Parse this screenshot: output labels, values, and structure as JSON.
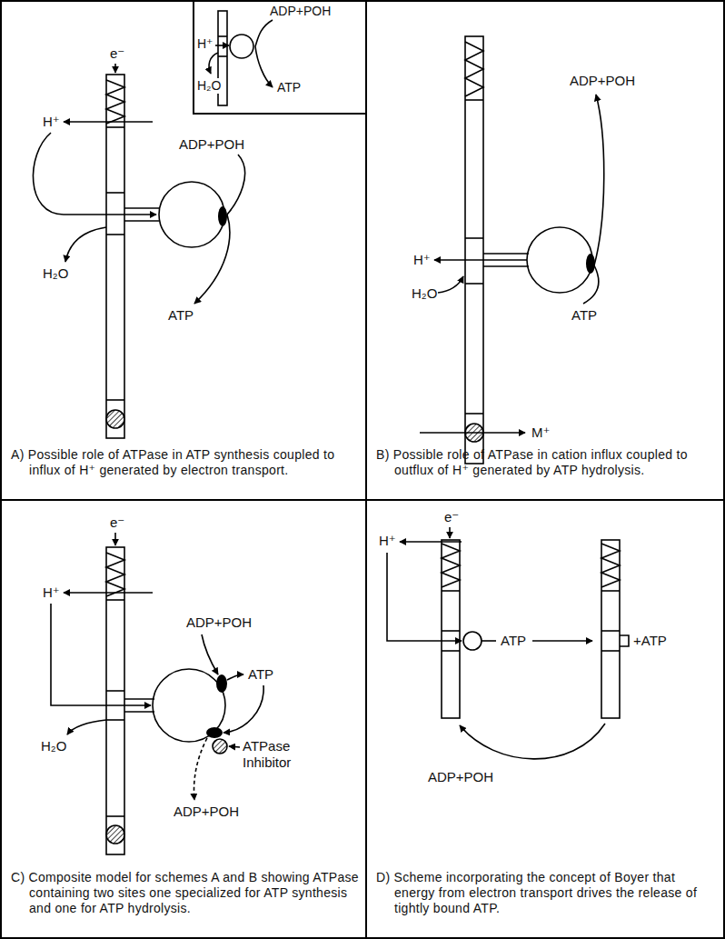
{
  "diagram": {
    "nodes": [
      {
        "text": [
          "A) Possible role of ATPase in ATP synthesis coupled to influx of H⁺ generated by electron transport."
        ]
      },
      {
        "text": [
          "H⁺",
          "ADP+POH",
          "H₂O",
          "ATP"
        ],
        "in": 0
      },
      {
        "text": [
          "B) Possible role of ATPase in cation influx coupled to outflux of H⁺ generated by ATP hydrolysis."
        ]
      },
      {
        "text": [
          "C) Composite model for schemes A and B showing ATPase containing two sites one specialized for ATP synthesis and one for ATP hydrolysis."
        ]
      },
      {
        "text": [
          "D) Scheme incorporating the concept of Boyer that energy from electron transport drives the release of tightly bound ATP."
        ]
      }
    ],
    "labels": [
      "e⁻",
      "H⁺",
      "H₂O",
      "ADP+POH",
      "ATP",
      "ADP+POH",
      "H⁺",
      "H₂O",
      "ATP",
      "M⁺",
      "e⁻",
      "H⁺",
      "ADP+POH",
      "ATP",
      "H₂O",
      "ATPase Inhibitor",
      "ADP+POH",
      "e⁻",
      "H⁺",
      "ATP",
      "+ATP",
      "ADP+POH"
    ]
  }
}
